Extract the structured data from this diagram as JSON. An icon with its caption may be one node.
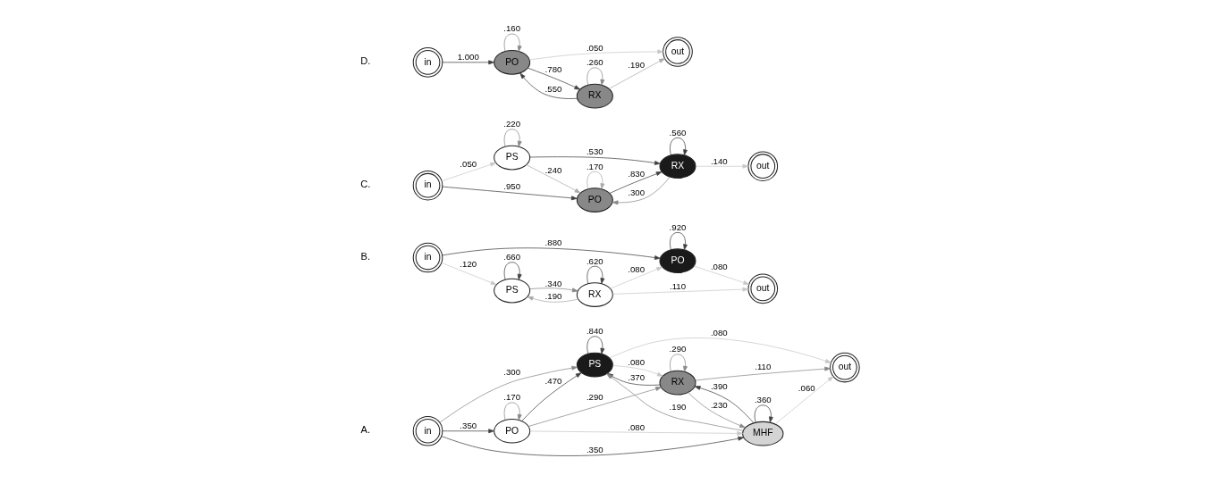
{
  "diagram": {
    "nodes": [
      {
        "text": [
          "in"
        ]
      },
      {
        "text": [
          "PO"
        ]
      },
      {
        "text": [
          "PS"
        ]
      },
      {
        "text": [
          "RX"
        ]
      },
      {
        "text": [
          "MHF"
        ]
      },
      {
        "text": [
          "out"
        ]
      },
      {
        "text": [
          "in"
        ]
      },
      {
        "text": [
          "PO"
        ]
      },
      {
        "text": [
          "PS"
        ]
      },
      {
        "text": [
          "RX"
        ]
      },
      {
        "text": [
          "out"
        ]
      },
      {
        "text": [
          "in"
        ]
      },
      {
        "text": [
          "PO"
        ]
      },
      {
        "text": [
          "PS"
        ]
      },
      {
        "text": [
          "RX"
        ]
      },
      {
        "text": [
          "out"
        ]
      },
      {
        "text": [
          "in"
        ]
      },
      {
        "text": [
          "PO"
        ]
      },
      {
        "text": [
          "RX"
        ]
      },
      {
        "text": [
          "out"
        ]
      }
    ],
    "edges": [
      {
        "from": 0,
        "to": 4,
        "arrow": "to",
        "label": ".350"
      },
      {
        "from": 0,
        "to": 1,
        "arrow": "to",
        "label": ".350"
      },
      {
        "from": 0,
        "to": 2,
        "arrow": "to",
        "label": ".300",
        "color": "#888888"
      },
      {
        "from": 1,
        "to": 1,
        "arrow": "to",
        "label": ".170",
        "color": "#888888"
      },
      {
        "from": 1,
        "to": 4,
        "arrow": "to",
        "label": ".080",
        "color": "#c8c8c8"
      },
      {
        "from": 1,
        "to": 3,
        "arrow": "to",
        "label": ".290",
        "color": "#888888"
      },
      {
        "from": 1,
        "to": 2,
        "arrow": "to",
        "label": ".470"
      },
      {
        "from": 4,
        "to": 4,
        "arrow": "to",
        "label": ".360"
      },
      {
        "from": 4,
        "to": 2,
        "arrow": "to",
        "label": ".190",
        "color": "#888888"
      },
      {
        "from": 2,
        "to": 2,
        "arrow": "to",
        "label": ".840"
      },
      {
        "from": 3,
        "to": 3,
        "arrow": "to",
        "label": ".290",
        "color": "#888888"
      },
      {
        "from": 3,
        "to": 4,
        "arrow": "to",
        "label": ".230",
        "color": "#888888"
      },
      {
        "from": 4,
        "to": 3,
        "arrow": "to",
        "label": ".390"
      },
      {
        "from": 4,
        "to": 5,
        "arrow": "to",
        "label": ".060",
        "color": "#c8c8c8"
      },
      {
        "from": 2,
        "to": 3,
        "arrow": "to",
        "label": ".080",
        "color": "#c8c8c8"
      },
      {
        "from": 3,
        "to": 2,
        "arrow": "to",
        "label": ".370"
      },
      {
        "from": 3,
        "to": 5,
        "arrow": "to",
        "label": ".110",
        "color": "#888888"
      },
      {
        "from": 2,
        "to": 5,
        "arrow": "to",
        "label": ".080",
        "color": "#c8c8c8"
      },
      {
        "from": 7,
        "to": 7,
        "arrow": "to",
        "label": ".920"
      },
      {
        "from": 6,
        "to": 7,
        "arrow": "to",
        "label": ".880"
      },
      {
        "from": 7,
        "to": 10,
        "arrow": "to",
        "label": ".080",
        "color": "#c8c8c8"
      },
      {
        "from": 6,
        "to": 8,
        "arrow": "to",
        "label": ".120",
        "color": "#c8c8c8"
      },
      {
        "from": 8,
        "to": 8,
        "arrow": "to",
        "label": ".660"
      },
      {
        "from": 9,
        "to": 9,
        "arrow": "to",
        "label": ".620"
      },
      {
        "from": 9,
        "to": 7,
        "arrow": "to",
        "label": ".080",
        "color": "#c8c8c8"
      },
      {
        "from": 9,
        "to": 10,
        "arrow": "to",
        "label": ".110",
        "color": "#c8c8c8"
      },
      {
        "from": 8,
        "to": 9,
        "arrow": "to",
        "label": ".340",
        "color": "#888888"
      },
      {
        "from": 9,
        "to": 8,
        "arrow": "to",
        "label": ".190",
        "color": "#aaaaaa"
      },
      {
        "from": 12,
        "to": 12,
        "arrow": "to",
        "label": ".170",
        "color": "#aaaaaa"
      },
      {
        "from": 14,
        "to": 14,
        "arrow": "to",
        "label": ".560"
      },
      {
        "from": 11,
        "to": 12,
        "arrow": "to",
        "label": ".950"
      },
      {
        "from": 12,
        "to": 14,
        "arrow": "to",
        "label": ".830"
      },
      {
        "from": 11,
        "to": 13,
        "arrow": "to",
        "label": ".050",
        "color": "#c8c8c8"
      },
      {
        "from": 13,
        "to": 13,
        "arrow": "to",
        "label": ".220",
        "color": "#888888"
      },
      {
        "from": 13,
        "to": 12,
        "arrow": "to",
        "label": ".240",
        "color": "#aaaaaa"
      },
      {
        "from": 14,
        "to": 12,
        "arrow": "to",
        "label": ".300",
        "color": "#888888"
      },
      {
        "from": 14,
        "to": 15,
        "arrow": "to",
        "label": ".140",
        "color": "#c8c8c8"
      },
      {
        "from": 13,
        "to": 14,
        "arrow": "to",
        "label": ".530"
      },
      {
        "from": 17,
        "to": 17,
        "arrow": "to",
        "label": ".160",
        "color": "#888888"
      },
      {
        "from": 17,
        "to": 19,
        "arrow": "to",
        "label": ".050",
        "color": "#c8c8c8"
      },
      {
        "from": 16,
        "to": 17,
        "arrow": "to",
        "label": "1.000"
      },
      {
        "from": 17,
        "to": 18,
        "arrow": "to",
        "label": ".780"
      },
      {
        "from": 18,
        "to": 18,
        "arrow": "to",
        "label": ".260",
        "color": "#888888"
      },
      {
        "from": 18,
        "to": 19,
        "arrow": "to",
        "label": ".190",
        "color": "#aaaaaa"
      },
      {
        "from": 18,
        "to": 17,
        "arrow": "to",
        "label": ".550"
      }
    ],
    "labels": [
      "A.",
      "B.",
      "C.",
      "D."
    ]
  }
}
